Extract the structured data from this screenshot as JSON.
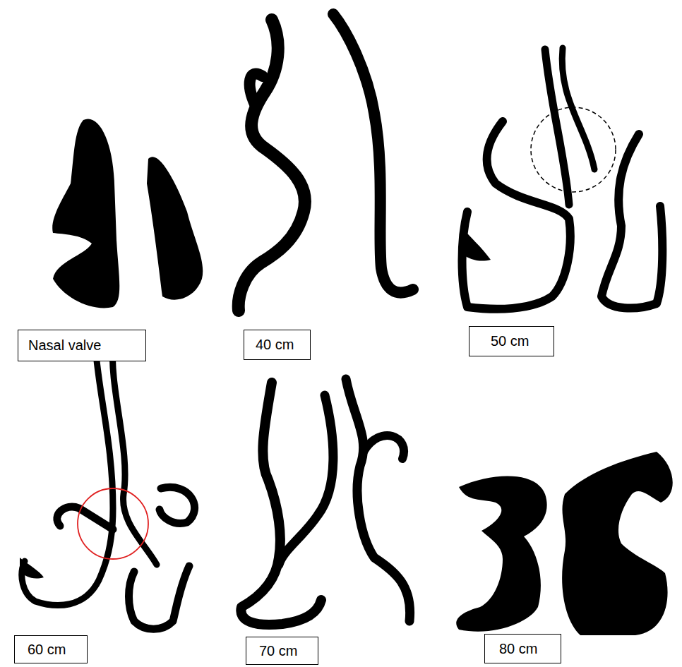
{
  "diagram": {
    "nodes": [
      {
        "text": [
          "Nasal valve"
        ]
      },
      {
        "text": [
          "40 cm"
        ]
      },
      {
        "text": [
          "50 cm"
        ]
      },
      {
        "text": [
          "60 cm"
        ]
      },
      {
        "text": [
          "70 cm"
        ]
      },
      {
        "text": [
          "80 cm"
        ]
      }
    ]
  }
}
